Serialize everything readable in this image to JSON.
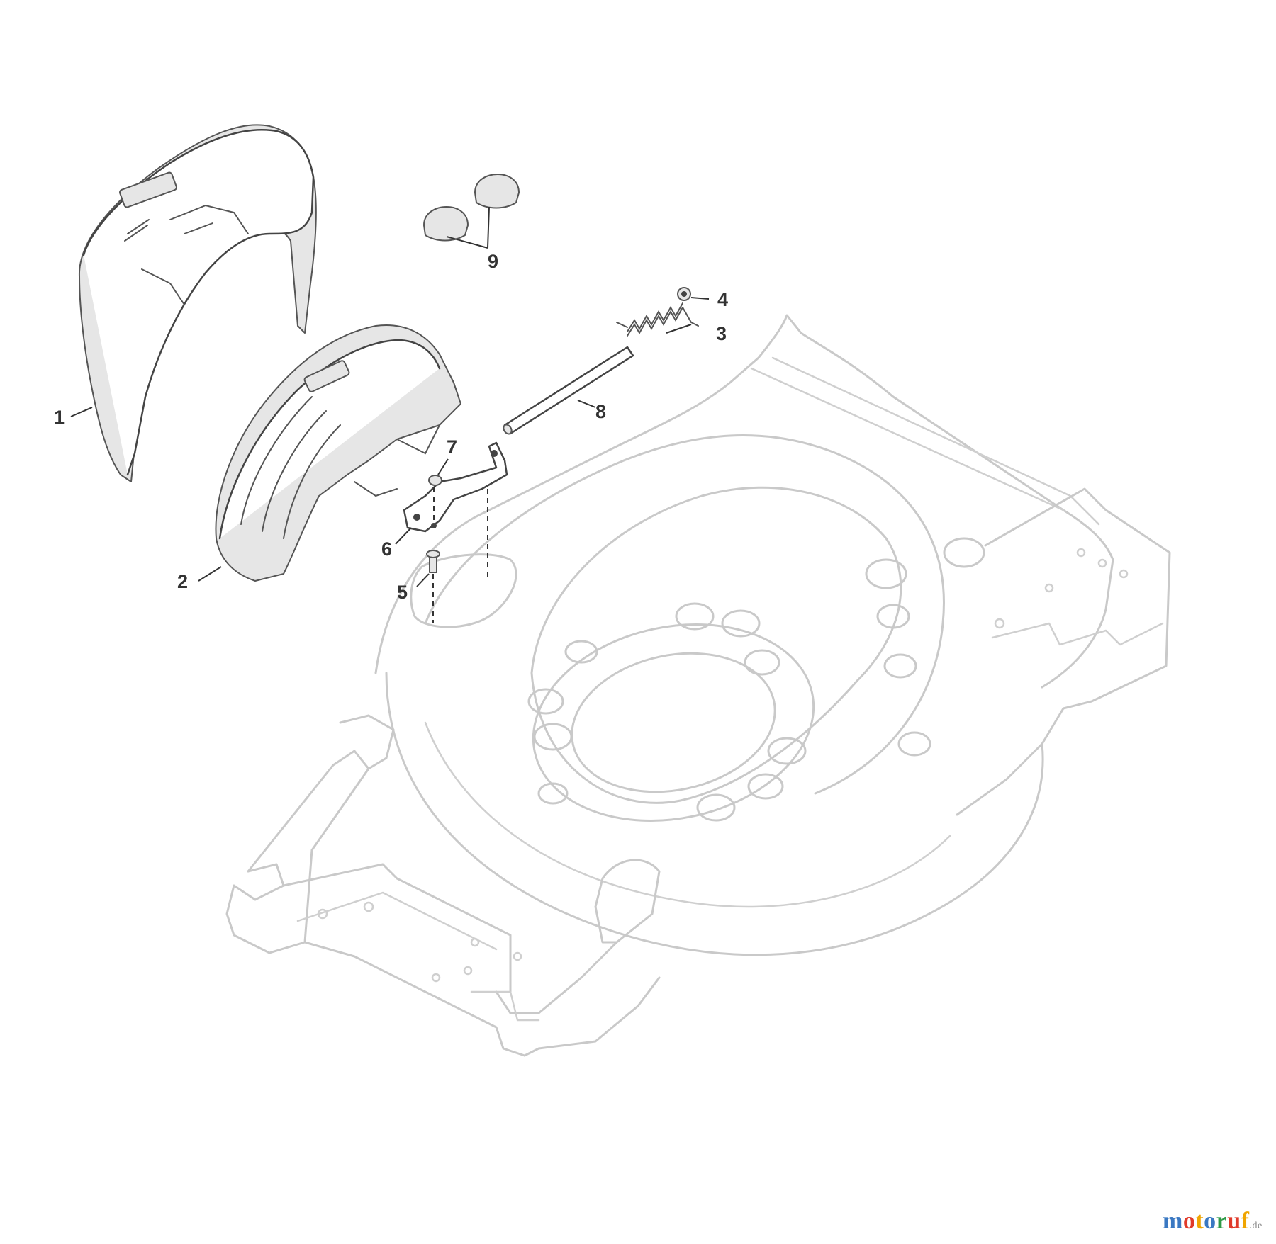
{
  "callouts": [
    {
      "id": "1",
      "label": "1"
    },
    {
      "id": "2",
      "label": "2"
    },
    {
      "id": "3",
      "label": "3"
    },
    {
      "id": "4",
      "label": "4"
    },
    {
      "id": "5",
      "label": "5"
    },
    {
      "id": "6",
      "label": "6"
    },
    {
      "id": "7",
      "label": "7"
    },
    {
      "id": "8",
      "label": "8"
    },
    {
      "id": "9",
      "label": "9"
    }
  ],
  "watermark": {
    "letters": [
      "m",
      "o",
      "t",
      "o",
      "r",
      "u",
      "f"
    ],
    "colors": [
      "#3a78c2",
      "#e03a2a",
      "#f0a500",
      "#3a78c2",
      "#2e9a47",
      "#e03a2a",
      "#f0a500"
    ],
    "tld": ".de"
  }
}
